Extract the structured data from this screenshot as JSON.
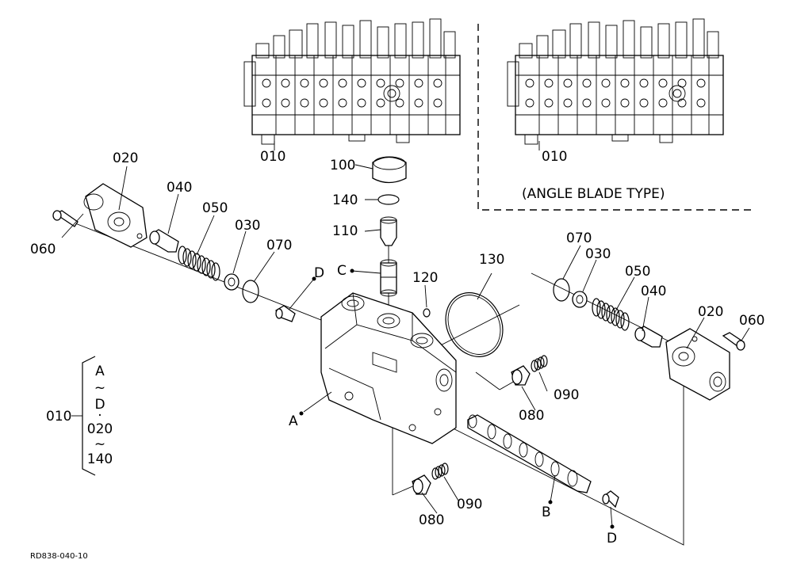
{
  "diagram": {
    "drawing_code": "RD838-040-10",
    "variant_label": "(ANGLE BLADE TYPE)",
    "callouts": {
      "p010_main": "010",
      "p010_variant": "010",
      "p020_left": "020",
      "p020_right": "020",
      "p030_left": "030",
      "p030_right": "030",
      "p040_left": "040",
      "p040_right": "040",
      "p050_left": "050",
      "p050_right": "050",
      "p060_left": "060",
      "p060_right": "060",
      "p070_left": "070",
      "p070_right": "070",
      "p080_upper": "080",
      "p080_lower": "080",
      "p090_upper": "090",
      "p090_lower": "090",
      "p100": "100",
      "p110": "110",
      "p120": "120",
      "p130": "130",
      "p140": "140"
    },
    "refs": {
      "A": "A",
      "B": "B",
      "C": "C",
      "D_upper": "D",
      "D_lower": "D"
    },
    "bracket": {
      "assembly": "010",
      "lines": [
        "A",
        "~",
        "D",
        "·",
        "020",
        "~",
        "140"
      ]
    }
  }
}
